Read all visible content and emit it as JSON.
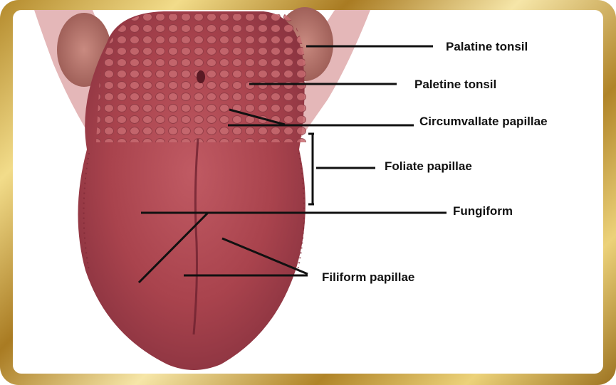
{
  "colors": {
    "frame_gold": "#c9a54a",
    "tongue": "#b24d55",
    "tongue_dark": "#8e3440",
    "leader_line": "#111111",
    "label_text": "#111111"
  },
  "labels": {
    "palatine_tonsil": "Palatine tonsil",
    "paletine_tonsil": "Paletine tonsil",
    "circumvallate": "Circumvallate papillae",
    "foliate": "Foliate papillae",
    "fungiform": "Fungiform",
    "filiform": "Filiform papillae"
  }
}
